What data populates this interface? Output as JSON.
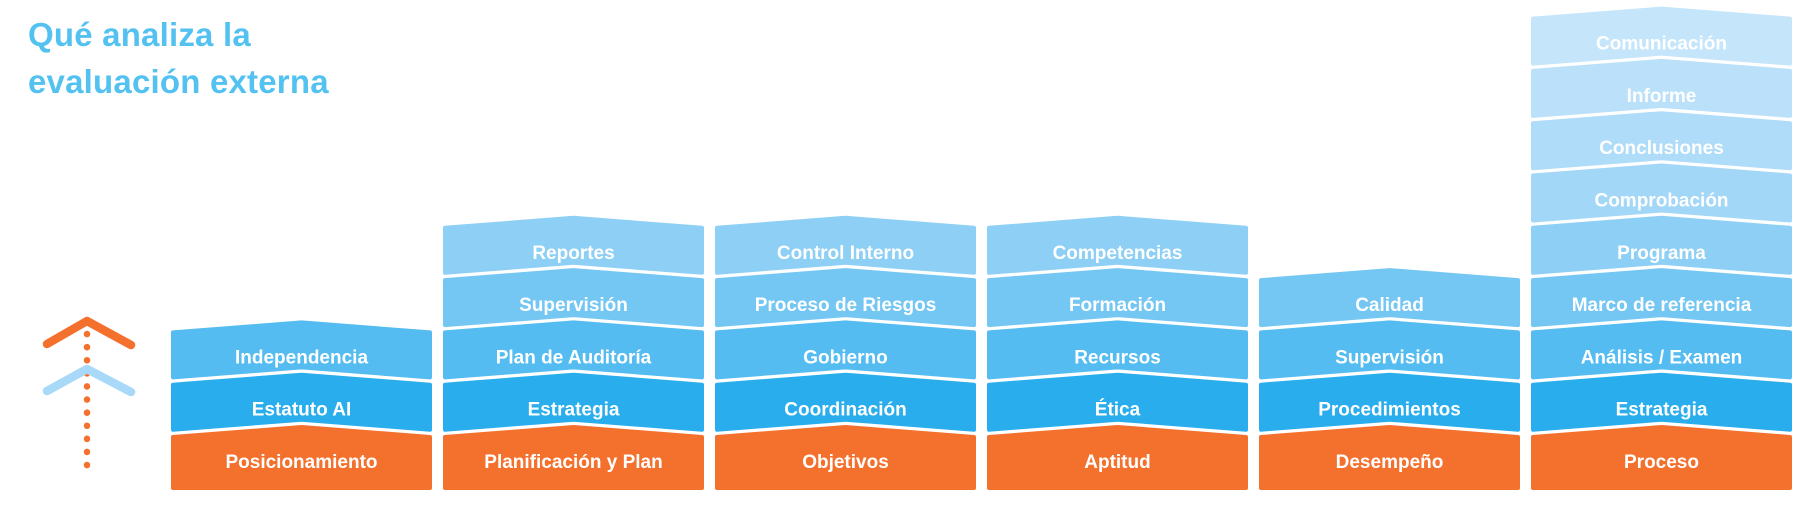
{
  "title": {
    "line1": "Qué analiza la",
    "line2": "evaluación externa",
    "color": "#54C2F1"
  },
  "arrow": {
    "orange_chevron_color": "#F4712D",
    "blue_chevron_color": "#A9D9F8",
    "dot_color": "#F4712D"
  },
  "level_colors": [
    "#F4702D",
    "#29ADEC",
    "#54BCF0",
    "#74C6F3",
    "#8ECFF5",
    "#A2D7F7",
    "#AFDCF8",
    "#BAE1F9",
    "#C5E5FA"
  ],
  "columns": [
    {
      "items": [
        "Independencia",
        "Estatuto AI",
        "Posicionamiento"
      ]
    },
    {
      "items": [
        "Reportes",
        "Supervisión",
        "Plan de Auditoría",
        "Estrategia",
        "Planificación y Plan"
      ]
    },
    {
      "items": [
        "Control Interno",
        "Proceso de Riesgos",
        "Gobierno",
        "Coordinación",
        "Objetivos"
      ]
    },
    {
      "items": [
        "Competencias",
        "Formación",
        "Recursos",
        "Ética",
        "Aptitud"
      ]
    },
    {
      "items": [
        "Calidad",
        "Supervisión",
        "Procedimientos",
        "Desempeño"
      ]
    },
    {
      "items": [
        "Comunicación",
        "Informe",
        "Conclusiones",
        "Comprobación",
        "Programa",
        "Marco de referencia",
        "Análisis / Examen",
        "Estrategia",
        "Proceso"
      ]
    }
  ]
}
